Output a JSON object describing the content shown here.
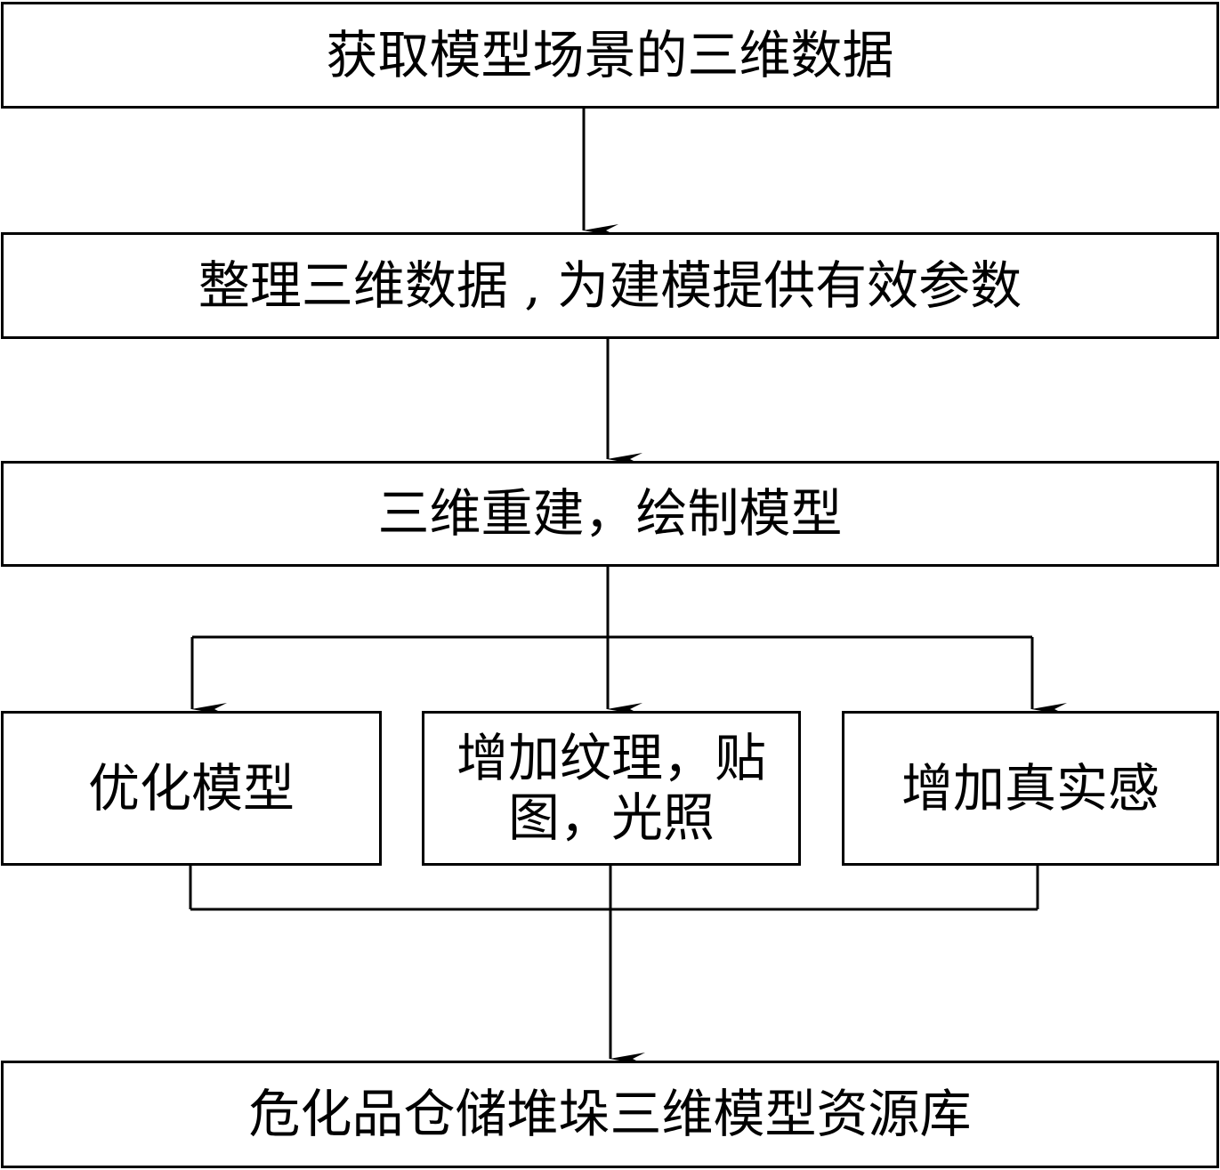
{
  "steps": {
    "step1": "获取模型场景的三维数据",
    "step2": "整理三维数据 , 为建模提供有效参数",
    "step3": "三维重建，绘制模型",
    "branch_left": "优化模型",
    "branch_middle": "增加纹理，贴图，光照",
    "branch_right": "增加真实感",
    "final": "危化品仓储堆垛三维模型资源库"
  }
}
